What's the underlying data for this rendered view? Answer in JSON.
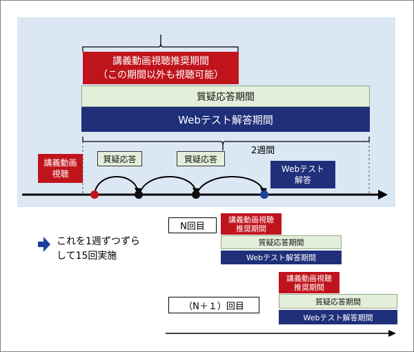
{
  "top": {
    "lecture_period": "講義動画視聴推奨期間",
    "lecture_period_note": "（この期間以外も視聴可能）",
    "qa_period": "質疑応答期間",
    "web_test_period": "Webテスト解答期間",
    "two_weeks": "2週間",
    "lecture_viewing": "講義動画\n視聴",
    "qa_1": "質疑応答",
    "qa_2": "質疑応答",
    "web_test_answer": "Webテスト\n解答"
  },
  "bottom": {
    "shift_text": "これを1週ずつずら\nして15回実施",
    "n_label": "N回目",
    "n1_label": "（N＋１）回目",
    "n_lecture": "講義動画視聴\n推奨期間",
    "n_qa": "質疑応答期間",
    "n_web": "Webテスト解答期間",
    "n1_lecture": "講義動画視聴\n推奨期間",
    "n1_qa": "質疑応答期間",
    "n1_web": "Webテスト解答期間"
  },
  "colors": {
    "red": "#c0141c",
    "navy": "#1f2f7a",
    "green": "#e4efdb",
    "panel": "#dbe8f4"
  }
}
